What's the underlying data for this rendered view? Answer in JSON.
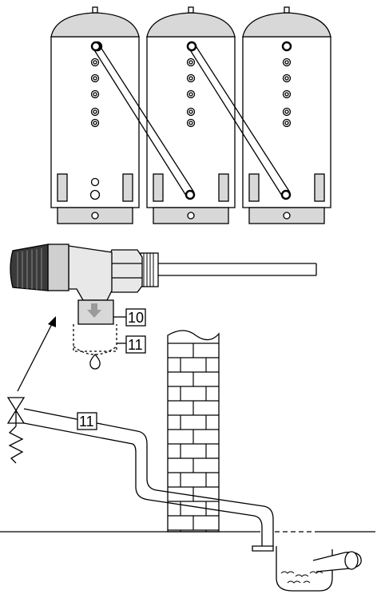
{
  "labels": {
    "valve_outlet": "10",
    "drain_funnel": "11",
    "discharge_pipe": "11"
  },
  "colors": {
    "line": "#000000",
    "tank_fill": "#ffffff",
    "tank_cap": "#d8d8d8",
    "valve_shade": "#cfcfcf",
    "valve_knob": "#3a3a3a",
    "arrow_grey": "#9a9a9a"
  },
  "tanks": {
    "count": 3
  },
  "icons": [
    "water-drop-icon",
    "pressure-valve-icon",
    "spring-icon",
    "flow-arrow-icon"
  ]
}
